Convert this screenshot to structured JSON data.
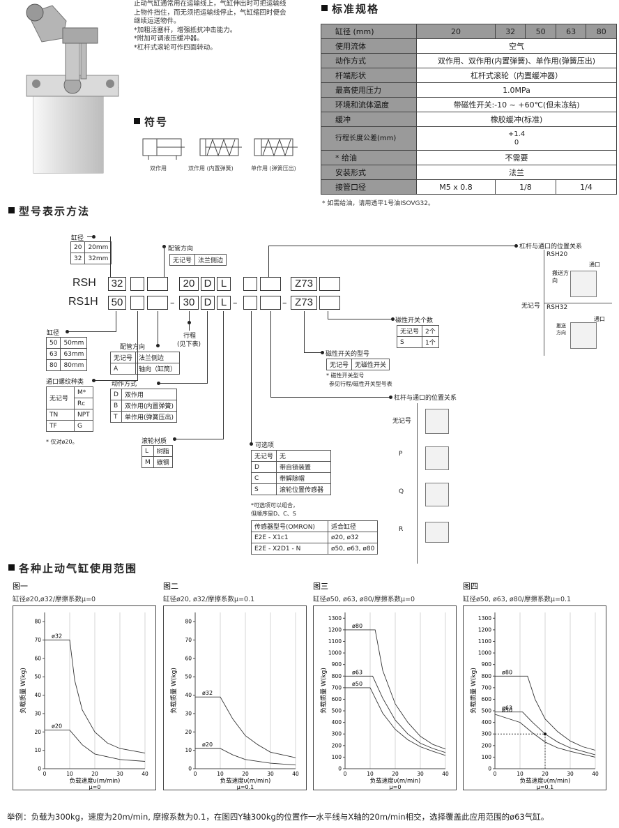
{
  "intro": {
    "lines": [
      "止动气缸通常用在运输线上，气缸伸出时可把运输线",
      "上物件挡住，而无须把运输线停止，气缸缩回时便会",
      "继续运送物件。",
      "*加粗活塞杆，增强抵抗冲击能力。",
      "*附加可调液压缓冲器。",
      "*杠杆式滚轮可作四面转动。"
    ]
  },
  "spec": {
    "title": "标准规格",
    "header": {
      "label": "缸径 (mm)",
      "cols": [
        "20",
        "32",
        "50",
        "63",
        "80"
      ]
    },
    "rows": [
      {
        "label": "使用流体",
        "value": "空气"
      },
      {
        "label": "动作方式",
        "value": "双作用、双作用(内置弹簧)、单作用(弹簧压出)"
      },
      {
        "label": "杆端形状",
        "value": "杠杆式滚轮（内置缓冲器）"
      },
      {
        "label": "最高使用压力",
        "value": "1.0MPa"
      },
      {
        "label": "环境和流体温度",
        "value": "带磁性开关:-10 ~ +60℃(但未冻结)"
      },
      {
        "label": "缓冲",
        "value": "橡胶缓冲(标准)"
      },
      {
        "label": "行程长度公差(mm)",
        "value_top": "+1.4",
        "value_bottom": "0"
      },
      {
        "label": "* 给油",
        "value": "不需要"
      },
      {
        "label": "安装形式",
        "value": "法兰"
      }
    ],
    "port_row": {
      "label": "接管口径",
      "v1": "M5 x 0.8",
      "v2": "1/8",
      "v3": "1/4"
    },
    "note": "* 如需给油，请用透平1号油ISOVG32。"
  },
  "symbol": {
    "title": "符号",
    "labels": [
      "双作用",
      "双作用 (内置弹簧)",
      "单作用 (弹簧压出)"
    ]
  },
  "model": {
    "title": "型号表示方法",
    "row1": {
      "prefix": "RSH",
      "bore": "32",
      "stroke": "20",
      "d": "D",
      "l": "L",
      "z": "Z73"
    },
    "row2": {
      "prefix": "RS1H",
      "bore": "50",
      "stroke": "30",
      "d": "D",
      "l": "L",
      "z": "Z73",
      "dash": "–"
    },
    "bore_title": "缸径",
    "bore_rows": [
      [
        "20",
        "20mm"
      ],
      [
        "32",
        "32mm"
      ]
    ],
    "bore2_title": "缸径",
    "bore2_rows": [
      [
        "50",
        "50mm"
      ],
      [
        "63",
        "63mm"
      ],
      [
        "80",
        "80mm"
      ]
    ],
    "port_dir_title": "配管方向",
    "port_dir_rows": [
      [
        "无记号",
        "法兰侧边"
      ]
    ],
    "port_dir2_title": "配管方向",
    "port_dir2_rows": [
      [
        "无记号",
        "法兰侧边"
      ],
      [
        "A",
        "轴向（缸筒）"
      ]
    ],
    "thread_title": "通口螺纹种类",
    "thread_rows": [
      [
        "无记号",
        "M*"
      ],
      [
        "",
        "Rc"
      ],
      [
        "TN",
        "NPT"
      ],
      [
        "TF",
        "G"
      ]
    ],
    "thread_note": "* 仅对ø20。",
    "stroke_title": "行程",
    "stroke_sub": "(见下表)",
    "action_title": "动作方式",
    "action_rows": [
      [
        "D",
        "双作用"
      ],
      [
        "B",
        "双作用(内置弹簧)"
      ],
      [
        "T",
        "单作用(弹簧压出)"
      ]
    ],
    "roller_title": "滚轮材质",
    "roller_rows": [
      [
        "L",
        "树脂"
      ],
      [
        "M",
        "碳钢"
      ]
    ],
    "option_title": "可选项",
    "option_rows": [
      [
        "无记号",
        "无"
      ],
      [
        "D",
        "带自锁装置"
      ],
      [
        "C",
        "带解除帽"
      ],
      [
        "S",
        "滚轮位置传感器"
      ]
    ],
    "option_note1": "*可选项可以组合，",
    "option_note2": "但顺序是D、C、S",
    "sensor_header": [
      "传感器型号(OMRON)",
      "适合缸径"
    ],
    "sensor_rows": [
      [
        "E2E - X1c1",
        "ø20, ø32"
      ],
      [
        "E2E - X2D1 - N",
        "ø50, ø63, ø80"
      ]
    ],
    "switch_count_title": "磁性开关个数",
    "switch_count_rows": [
      [
        "无记号",
        "2个"
      ],
      [
        "S",
        "1个"
      ]
    ],
    "switch_type_title": "磁性开关的型号",
    "switch_type_rows": [
      [
        "无记号",
        "无磁性开关"
      ]
    ],
    "switch_type_note1": "* 磁性开关型号",
    "switch_type_note2": "参见行程/磁性开关型号表",
    "lever_title": "杠杆与通口的位置关系",
    "lever_rows": [
      "无记号",
      "P",
      "Q",
      "R"
    ],
    "lever_top_title": "杠杆与通口的位置关系",
    "lever_top_rows": [
      "RSH20",
      "RSH32"
    ],
    "lever_top_key": "无记号",
    "port_word": "通口",
    "carry_dir": "搬送方向"
  },
  "usage": {
    "title": "各种止动气缸使用范围",
    "example": "举例：负载为300kg，速度为20m/min, 摩擦系数为0.1，在图四Y轴300kg的位置作一水平线与X轴的20m/min相交，选择覆盖此应用范围的ø63气缸。"
  },
  "chart_data": [
    {
      "type": "line",
      "title": "图一",
      "subtitle": "缸径ø20,ø32/摩擦系数μ=0",
      "xlabel": "负载速度υ(m/min)",
      "xlabel2": "μ=0",
      "ylabel": "负载质量 W(kg)",
      "xlim": [
        0,
        40
      ],
      "ylim": [
        0,
        85
      ],
      "xticks": [
        0,
        10,
        20,
        30,
        40
      ],
      "yticks": [
        0,
        10,
        20,
        30,
        40,
        50,
        60,
        70,
        80
      ],
      "series": [
        {
          "name": "ø32",
          "x": [
            0,
            10,
            12,
            15,
            20,
            25,
            30,
            40
          ],
          "y": [
            70,
            70,
            48,
            32,
            20,
            14,
            11,
            8.5
          ]
        },
        {
          "name": "ø20",
          "x": [
            0,
            10,
            15,
            20,
            30,
            40
          ],
          "y": [
            21,
            21,
            13,
            8,
            5,
            4
          ]
        }
      ]
    },
    {
      "type": "line",
      "title": "图二",
      "subtitle": "缸径ø20, ø32/摩擦系数μ=0.1",
      "xlabel": "负载速度υ(m/min)",
      "xlabel2": "μ=0.1",
      "ylabel": "负载质量 W(kg)",
      "xlim": [
        0,
        40
      ],
      "ylim": [
        0,
        85
      ],
      "xticks": [
        0,
        10,
        20,
        30,
        40
      ],
      "yticks": [
        0,
        10,
        20,
        30,
        40,
        50,
        60,
        70,
        80
      ],
      "series": [
        {
          "name": "ø32",
          "x": [
            0,
            10,
            15,
            20,
            25,
            30,
            40
          ],
          "y": [
            39,
            39,
            27,
            18,
            13,
            9,
            6
          ]
        },
        {
          "name": "ø20",
          "x": [
            0,
            10,
            15,
            20,
            30,
            40
          ],
          "y": [
            11,
            11,
            7.5,
            5,
            3,
            2
          ]
        }
      ]
    },
    {
      "type": "line",
      "title": "图三",
      "subtitle": "缸径ø50, ø63, ø80/摩擦系数μ=0",
      "xlabel": "负载速度υ(m/min)",
      "xlabel2": "μ=0",
      "ylabel": "负载质量 W(kg)",
      "xlim": [
        0,
        40
      ],
      "ylim": [
        0,
        1350
      ],
      "xticks": [
        0,
        10,
        20,
        30,
        40
      ],
      "yticks": [
        0,
        100,
        200,
        300,
        400,
        500,
        600,
        700,
        800,
        900,
        1000,
        1100,
        1200,
        1300
      ],
      "series": [
        {
          "name": "ø80",
          "x": [
            0,
            12,
            15,
            20,
            25,
            30,
            35,
            40
          ],
          "y": [
            1200,
            1200,
            850,
            560,
            400,
            280,
            210,
            170
          ]
        },
        {
          "name": "ø63",
          "x": [
            0,
            11,
            15,
            20,
            25,
            30,
            35,
            40
          ],
          "y": [
            800,
            800,
            610,
            420,
            300,
            220,
            175,
            140
          ]
        },
        {
          "name": "ø50",
          "x": [
            0,
            10,
            15,
            20,
            25,
            30,
            35,
            40
          ],
          "y": [
            700,
            700,
            480,
            340,
            250,
            190,
            150,
            115
          ]
        }
      ]
    },
    {
      "type": "line",
      "title": "图四",
      "subtitle": "缸径ø50, ø63, ø80/摩擦系数μ=0.1",
      "xlabel": "负载速度υ(m/min)",
      "xlabel2": "μ=0.1",
      "ylabel": "负载质量 W(kg)",
      "xlim": [
        0,
        40
      ],
      "ylim": [
        0,
        1350
      ],
      "xticks": [
        0,
        10,
        20,
        30,
        40
      ],
      "yticks": [
        0,
        100,
        200,
        300,
        400,
        500,
        600,
        700,
        800,
        900,
        1000,
        1100,
        1200,
        1300
      ],
      "series": [
        {
          "name": "ø80",
          "x": [
            0,
            13,
            16,
            20,
            25,
            30,
            35,
            40
          ],
          "y": [
            800,
            800,
            600,
            430,
            320,
            240,
            190,
            160
          ]
        },
        {
          "name": "ø63",
          "x": [
            0,
            11,
            15,
            20,
            25,
            30,
            35,
            40
          ],
          "y": [
            490,
            490,
            400,
            300,
            230,
            180,
            150,
            120
          ]
        },
        {
          "name": "ø50",
          "x": [
            0,
            10,
            15,
            20,
            25,
            30,
            35,
            40
          ],
          "y": [
            470,
            400,
            310,
            230,
            180,
            150,
            125,
            100
          ]
        }
      ],
      "annotation": {
        "x": 20,
        "y": 300
      }
    }
  ]
}
